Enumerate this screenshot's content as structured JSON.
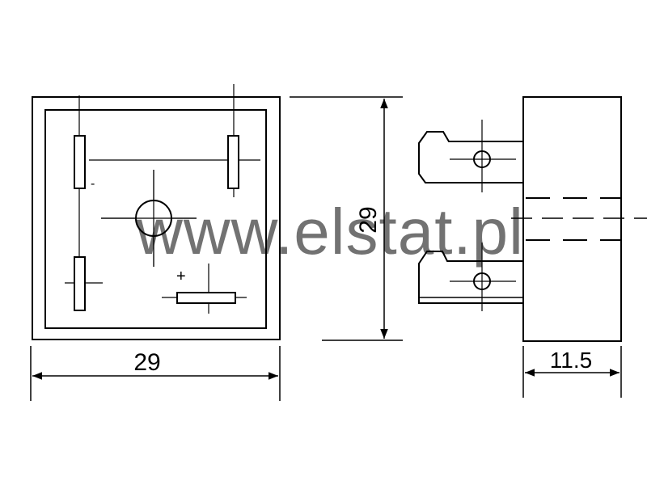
{
  "drawing": {
    "front_view": {
      "width_label": "29",
      "minus_label": "-",
      "plus_label": "+"
    },
    "height_label": "29",
    "side_view": {
      "depth_label": "11.5"
    }
  },
  "watermark": {
    "text": "www.elstat.pl"
  },
  "colors": {
    "line": "#000000",
    "watermark": "#d9d9d9",
    "background": "#ffffff"
  }
}
